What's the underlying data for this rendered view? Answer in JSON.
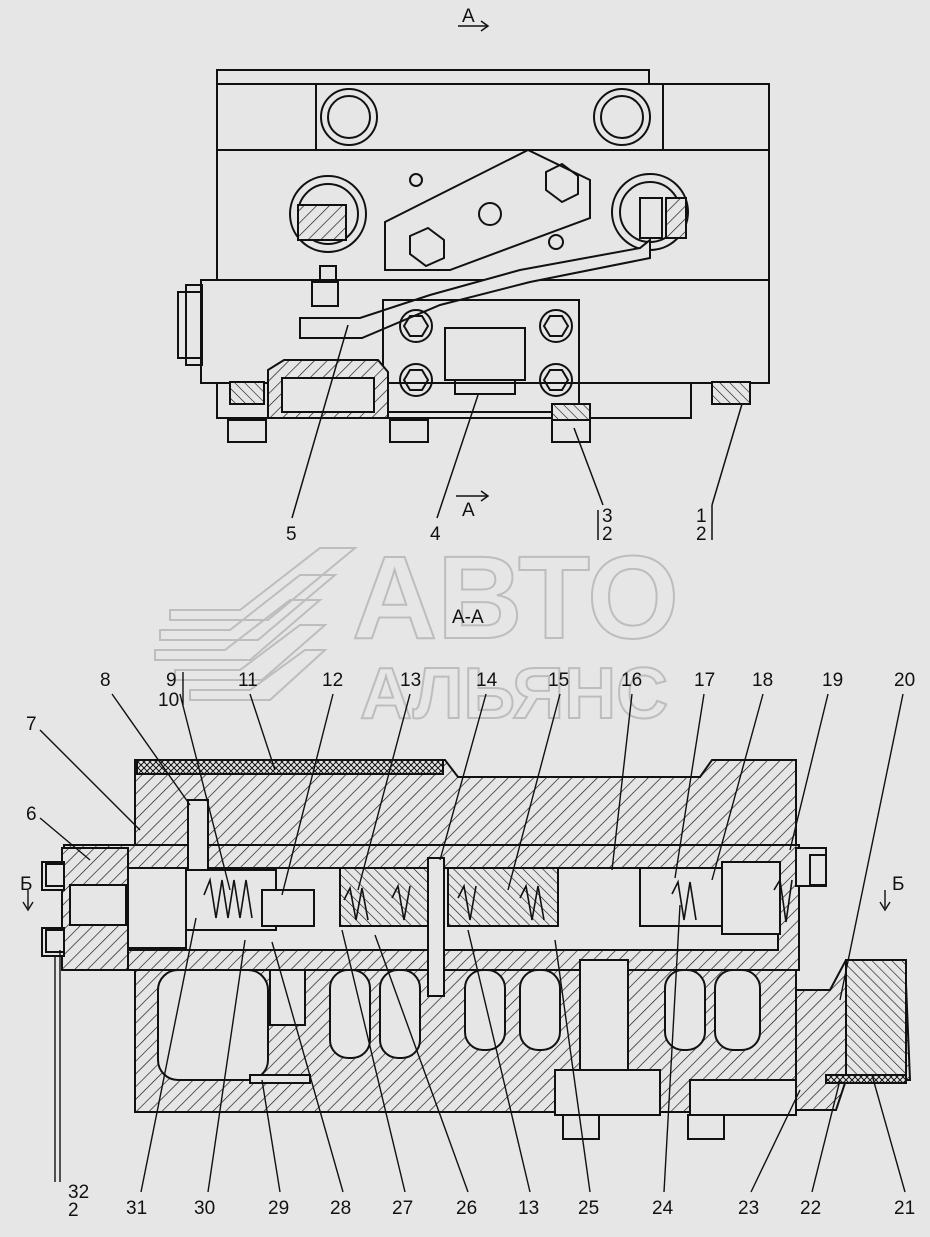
{
  "view_labels": {
    "top_a": "А",
    "mid_a": "А",
    "section_aa": "А-А",
    "b_left": "Б",
    "b_right": "Б"
  },
  "watermark": {
    "line1": "АВТО",
    "line2": "АЛЬЯНС"
  },
  "top_callouts": {
    "c5": "5",
    "c4": "4",
    "c3": "3",
    "c2a": "2",
    "c1": "1",
    "c2b": "2"
  },
  "section_top_callouts": {
    "c9": "9",
    "c10": "10",
    "c8": "8",
    "c7": "7",
    "c6": "6",
    "c11": "11",
    "c12": "12",
    "c13": "13",
    "c14": "14",
    "c15": "15",
    "c16": "16",
    "c17": "17",
    "c18": "18",
    "c19": "19",
    "c20": "20"
  },
  "section_bottom_callouts": {
    "c32": "32",
    "c2": "2",
    "c31": "31",
    "c30": "30",
    "c29": "29",
    "c28": "28",
    "c27": "27",
    "c26": "26",
    "c13b": "13",
    "c25": "25",
    "c24": "24",
    "c23": "23",
    "c22": "22",
    "c21": "21"
  },
  "colors": {
    "background": "#e6e6e6",
    "ink": "#111111",
    "watermark": "#bdbdbd"
  }
}
